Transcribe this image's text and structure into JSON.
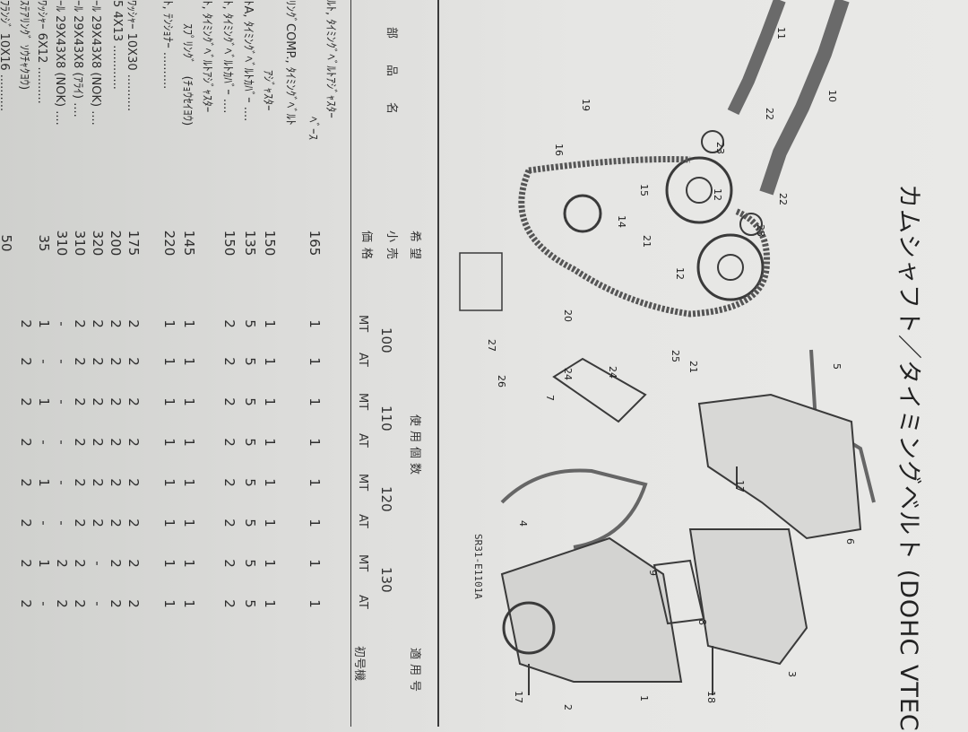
{
  "page": {
    "title": "カムシャフト／タイミングベルト (DOHC VTEC",
    "diagram_code": "SR31-E1101A"
  },
  "table": {
    "header": {
      "part_name": "部　品　名",
      "price_line1": "希望",
      "price_line2": "小売",
      "price_line3": "価格",
      "usage_count": "使用個数",
      "applicable": "適用号",
      "first_unit": "初号機",
      "models": [
        "100",
        "110",
        "120",
        "130"
      ],
      "transmissions": [
        "MT",
        "AT",
        "MT",
        "AT",
        "MT",
        "AT",
        "MT",
        "AT"
      ]
    },
    "rows": [
      {
        "name": "ﾙﾄ, ﾀｲﾐﾝｸﾞﾍﾞﾙﾄｱｼﾞｬｽﾀｰ",
        "price": "",
        "qty": [
          "",
          "",
          "",
          "",
          "",
          "",
          "",
          ""
        ]
      },
      {
        "name": "　　　　　　　　　　ﾍﾞｰｽ",
        "price": "165",
        "qty": [
          "1",
          "1",
          "1",
          "1",
          "1",
          "1",
          "1",
          "1"
        ]
      },
      {
        "name": "ﾘﾝｸﾞCOMP., ﾀｲﾐﾝｸﾞﾍﾞﾙﾄ",
        "price": "",
        "qty": [
          "",
          "",
          "",
          "",
          "",
          "",
          "",
          ""
        ]
      },
      {
        "name": "　　　　　　ｱｼﾞｬｽﾀｰ",
        "price": "150",
        "qty": [
          "1",
          "1",
          "1",
          "1",
          "1",
          "1",
          "1",
          "1"
        ]
      },
      {
        "name": "ﾄA, ﾀｲﾐﾝｸﾞﾍﾞﾙﾄｶﾊﾞｰ ....",
        "price": "135",
        "qty": [
          "5",
          "5",
          "5",
          "5",
          "5",
          "5",
          "5",
          "5"
        ]
      },
      {
        "name": "ﾄ, ﾀｲﾐﾝｸﾞﾍﾞﾙﾄｶﾊﾞｰ ....",
        "price": "150",
        "qty": [
          "2",
          "2",
          "2",
          "2",
          "2",
          "2",
          "2",
          "2"
        ]
      },
      {
        "name": "ﾄ, ﾀｲﾐﾝｸﾞﾍﾞﾙﾄｱｼﾞｬｽﾀｰ",
        "price": "",
        "qty": [
          "",
          "",
          "",
          "",
          "",
          "",
          "",
          ""
        ]
      },
      {
        "name": "　　ｽﾌﾟﾘﾝｸﾞ　(ﾁｮｳｾｲﾖｳ)",
        "price": "145",
        "qty": [
          "1",
          "1",
          "1",
          "1",
          "1",
          "1",
          "1",
          "1"
        ]
      },
      {
        "name": "ﾄ, ﾃﾝｼｮﾅｰ ..........",
        "price": "220",
        "qty": [
          "1",
          "1",
          "1",
          "1",
          "1",
          "1",
          "1",
          "1"
        ]
      },
      {
        "name": "ﾜｯｼｬｰ 10X30 ..........",
        "price": "175",
        "qty": [
          "2",
          "2",
          "2",
          "2",
          "2",
          "2",
          "2",
          "2"
        ]
      },
      {
        "name": "5 4X13 ............",
        "price": "200",
        "qty": [
          "2",
          "2",
          "2",
          "2",
          "2",
          "2",
          "2",
          "2"
        ]
      },
      {
        "name": "ｰﾙ 29X43X8 (NOK) ....",
        "price": "320",
        "qty": [
          "2",
          "2",
          "2",
          "2",
          "2",
          "2",
          "-",
          "-"
        ]
      },
      {
        "name": "ｰﾙ 29X43X8 (ｱﾗｲ) ....",
        "price": "310",
        "qty": [
          "2",
          "2",
          "2",
          "2",
          "2",
          "2",
          "2",
          "2"
        ]
      },
      {
        "name": "ｰﾙ 29X43X8 (NOK) ....",
        "price": "310",
        "qty": [
          "-",
          "-",
          "-",
          "-",
          "-",
          "-",
          "2",
          "2"
        ]
      },
      {
        "name": "ﾜｯｼｬｰ 6X12 ..........",
        "price": "35",
        "qty": [
          "1",
          "-",
          "1",
          "-",
          "1",
          "-",
          "1",
          "-"
        ]
      },
      {
        "name": "ｽﾃｱﾘﾝｸﾞ ｿｳﾁｬｸﾖｳ)",
        "price": "",
        "qty": [
          "2",
          "2",
          "2",
          "2",
          "2",
          "2",
          "2",
          "2"
        ]
      },
      {
        "name": "ﾌﾗﾝｼﾞ 10X16 ..........",
        "price": "50",
        "qty": [
          "",
          "",
          "",
          "",
          "",
          "",
          "",
          ""
        ]
      }
    ]
  },
  "diagram": {
    "callouts": [
      "11",
      "10",
      "22",
      "19",
      "23",
      "16",
      "15",
      "12",
      "22",
      "14",
      "23",
      "21",
      "12",
      "20",
      "27",
      "26",
      "25",
      "21",
      "24",
      "24",
      "7",
      "5",
      "17",
      "4",
      "6",
      "9",
      "8",
      "3",
      "1",
      "2",
      "17",
      "18"
    ]
  }
}
